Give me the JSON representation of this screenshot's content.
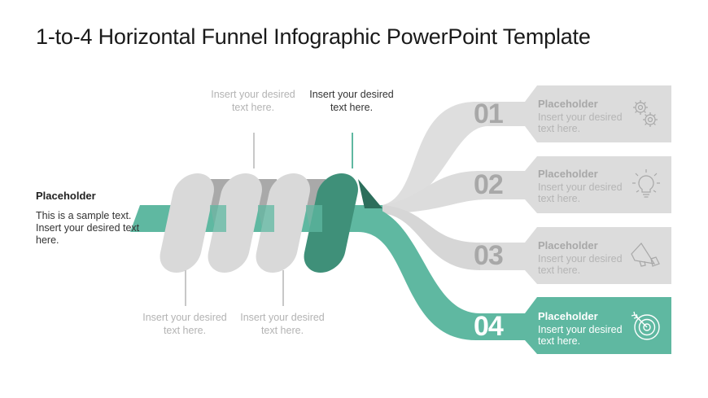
{
  "title": "1-to-4 Horizontal Funnel Infographic PowerPoint Template",
  "colors": {
    "accent": "#5fb8a1",
    "accent_dark": "#3d8f78",
    "gray_band": "#dcdcdc",
    "gray_text": "#a8a8a8"
  },
  "left_panel": {
    "heading": "Placeholder",
    "body": "This is a sample text. Insert your desired text here."
  },
  "callouts": [
    {
      "text": "Insert your desired text here.",
      "position": "top",
      "active": false
    },
    {
      "text": "Insert your desired text here.",
      "position": "top",
      "active": true
    },
    {
      "text": "Insert your desired text here.",
      "position": "bottom",
      "active": false
    },
    {
      "text": "Insert your desired text here.",
      "position": "bottom",
      "active": false
    }
  ],
  "outputs": [
    {
      "number": "01",
      "heading": "Placeholder",
      "body": "Insert your desired text here.",
      "icon": "gears-icon",
      "active": false
    },
    {
      "number": "02",
      "heading": "Placeholder",
      "body": "Insert your desired text here.",
      "icon": "lightbulb-icon",
      "active": false
    },
    {
      "number": "03",
      "heading": "Placeholder",
      "body": "Insert your desired text here.",
      "icon": "megaphone-icon",
      "active": false
    },
    {
      "number": "04",
      "heading": "Placeholder",
      "body": "Insert your desired text here.",
      "icon": "target-icon",
      "active": true
    }
  ]
}
